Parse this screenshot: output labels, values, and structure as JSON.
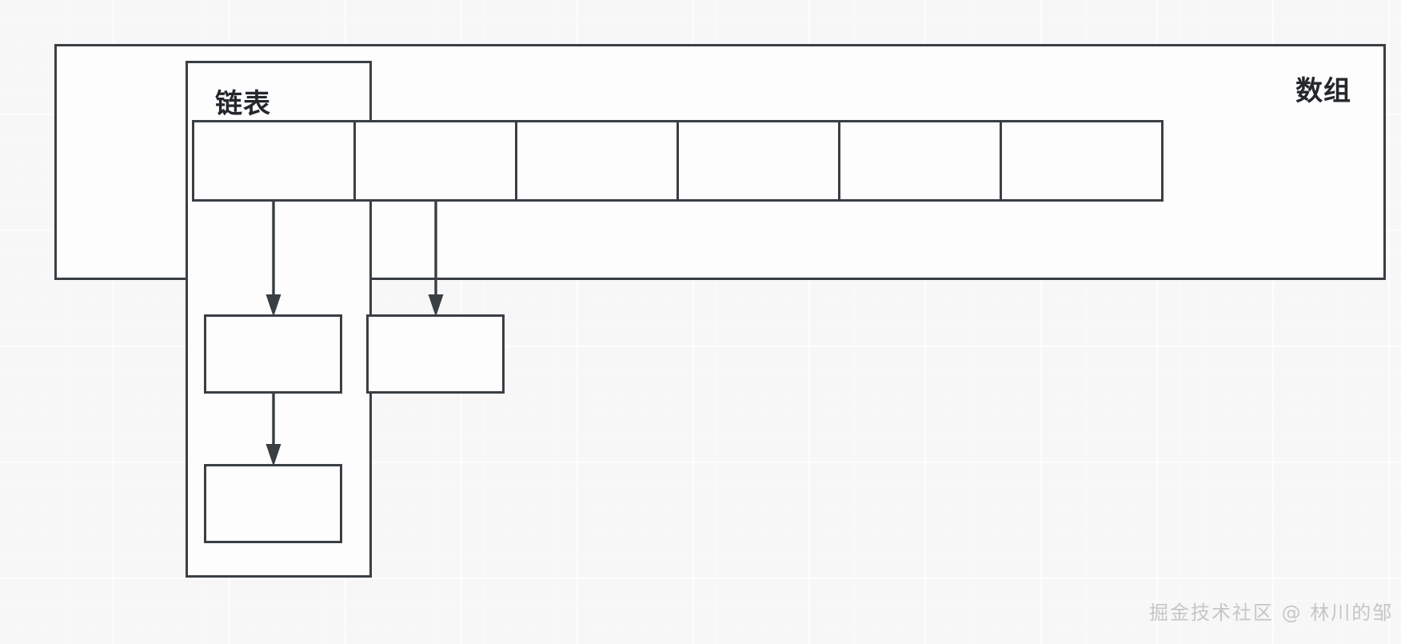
{
  "diagram": {
    "background": {
      "color": "#f7f7f7",
      "grid_minor_color": "#fafafa",
      "grid_major_color": "#ffffff",
      "grid_minor_spacing": 29,
      "grid_major_spacing": 145
    },
    "stroke_color": "#3a3f44",
    "fill_color": "#fdfdfd",
    "array": {
      "label": "数组",
      "cells": [
        {
          "value": ""
        },
        {
          "value": ""
        },
        {
          "value": ""
        },
        {
          "value": ""
        },
        {
          "value": ""
        },
        {
          "value": ""
        }
      ]
    },
    "linked_list": {
      "label": "链表",
      "nodes": [
        {
          "value": ""
        },
        {
          "value": ""
        },
        {
          "value": ""
        }
      ]
    },
    "arrows": [
      {
        "name": "array-cell-1-to-node-1",
        "from": "array-cell-1",
        "to": "list-node-1"
      },
      {
        "name": "array-cell-2-to-node-2",
        "from": "array-cell-2",
        "to": "list-node-2"
      },
      {
        "name": "node-1-to-node-3",
        "from": "list-node-1",
        "to": "list-node-3"
      }
    ]
  },
  "watermark": {
    "text": "掘金技术社区 @ 林川的邹",
    "color": "#c6c6c6"
  }
}
